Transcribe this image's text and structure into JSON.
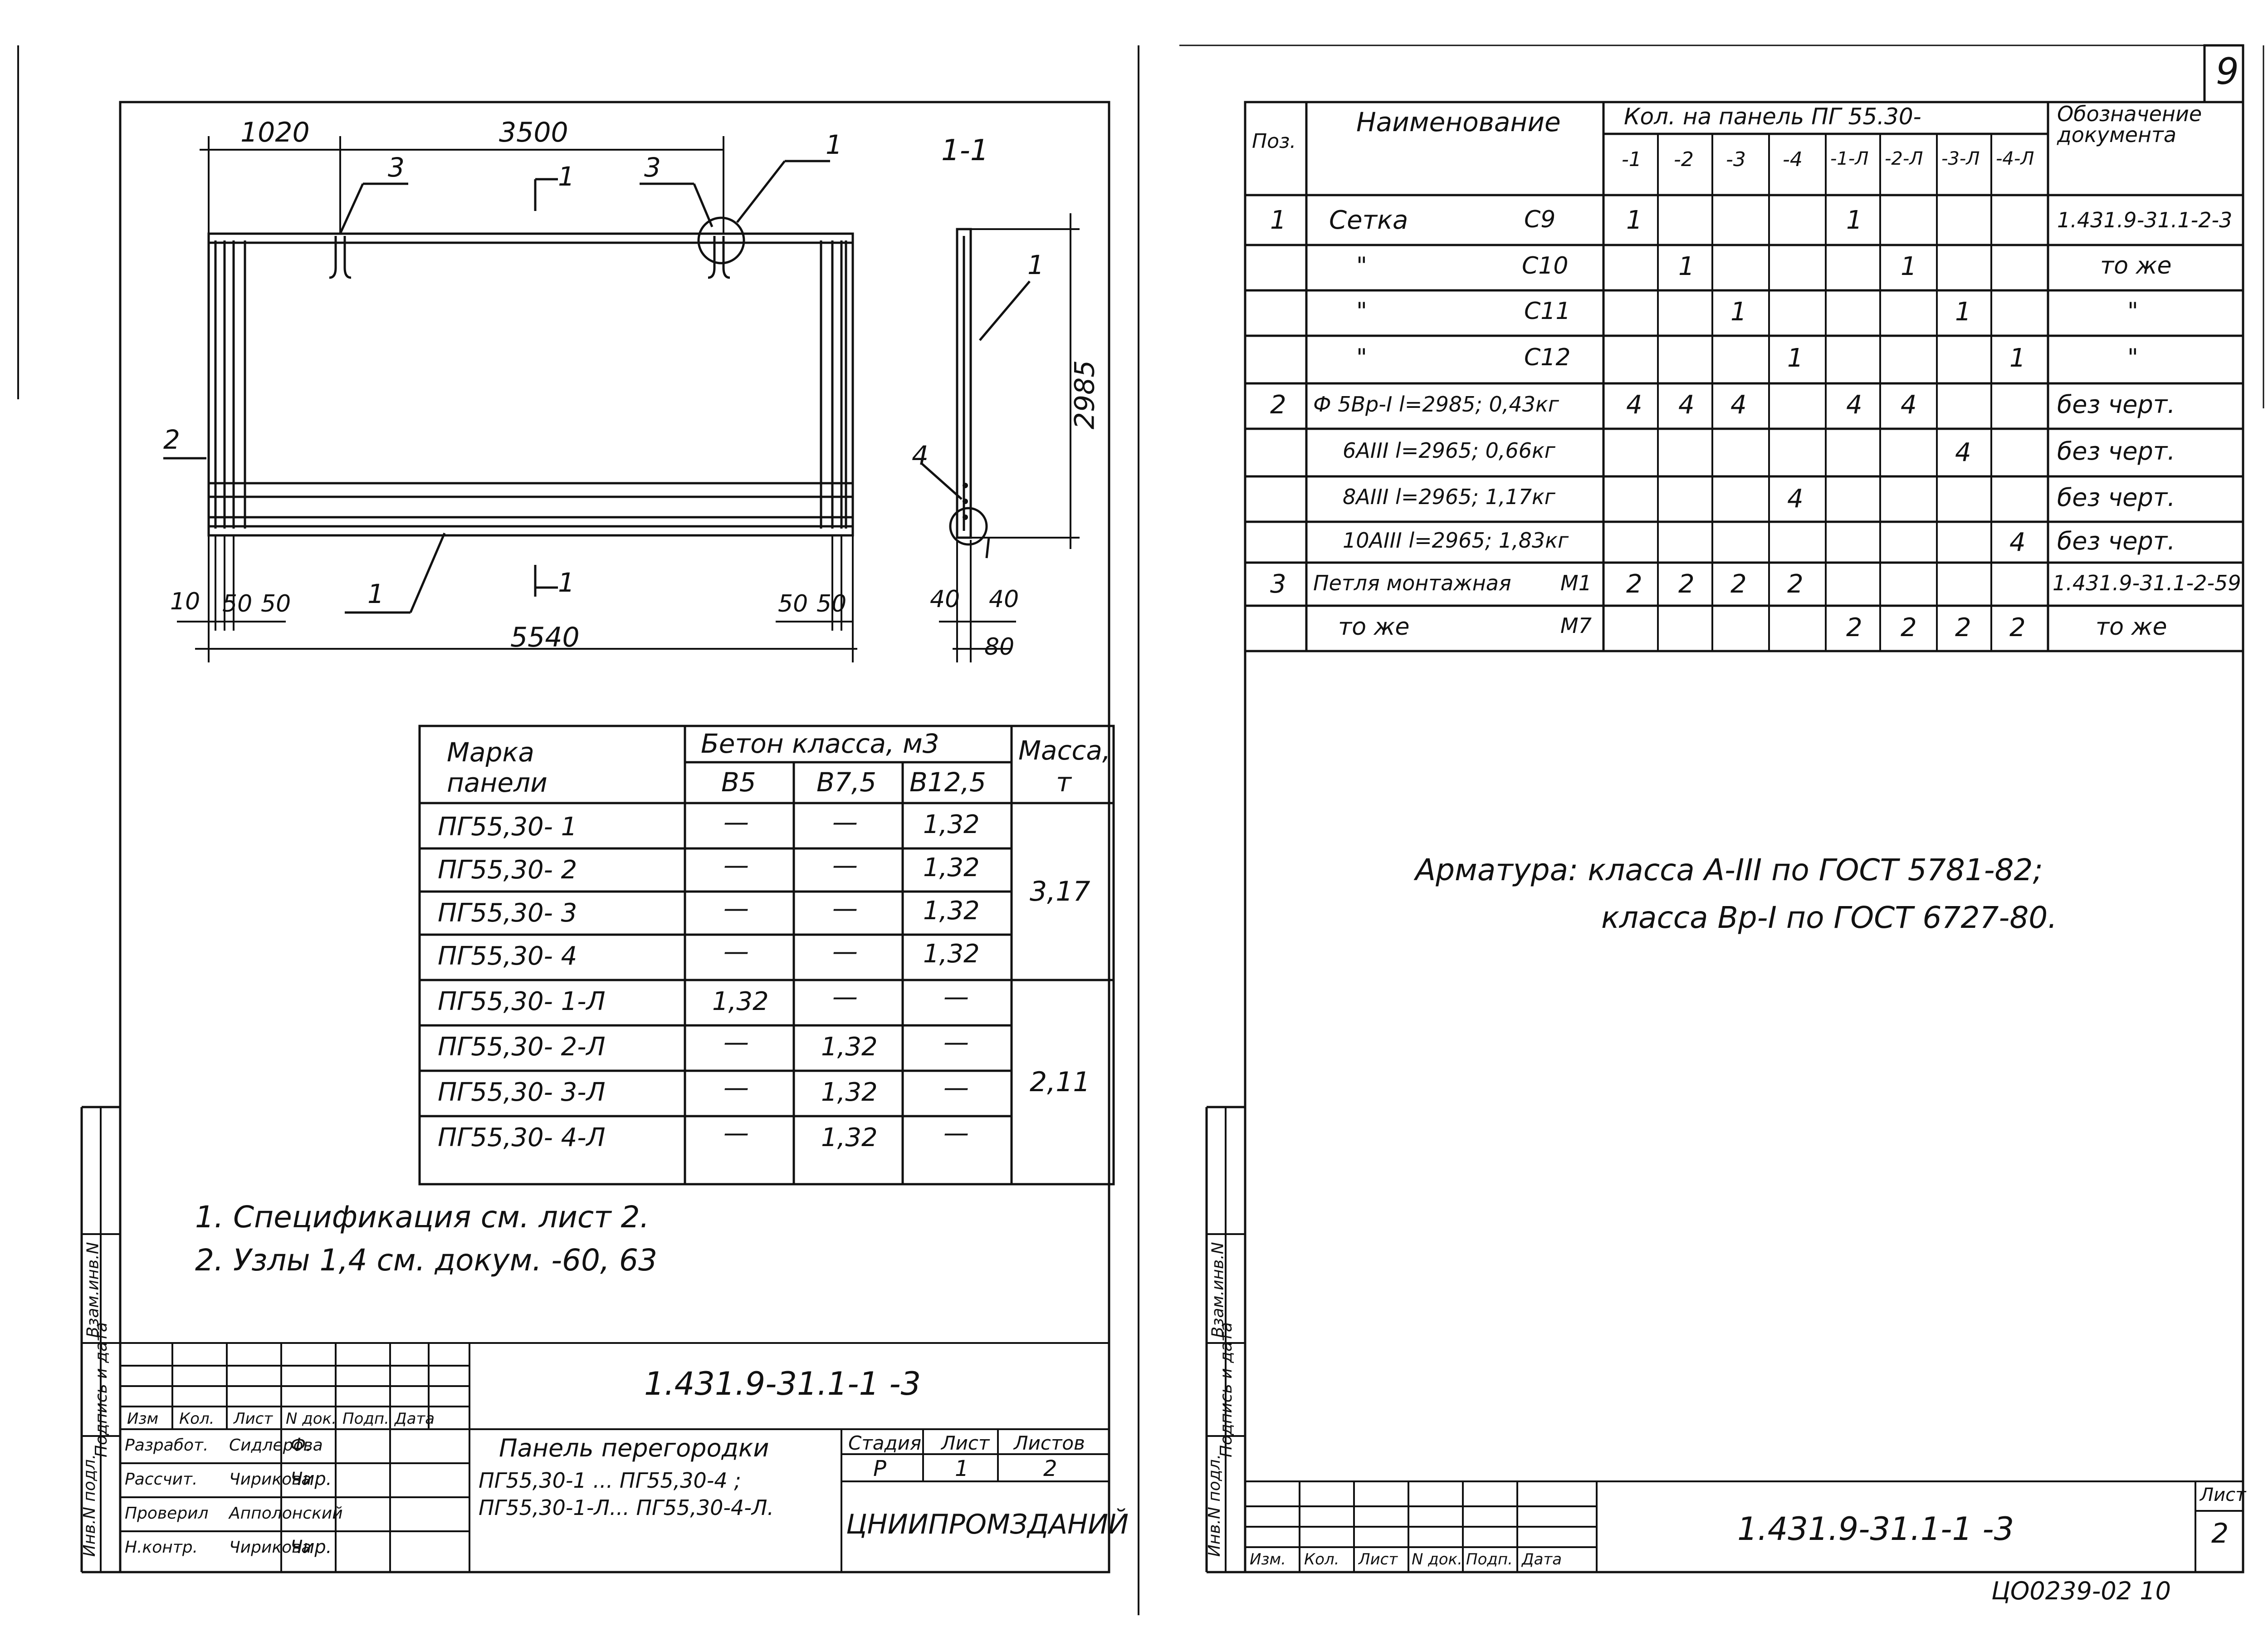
{
  "sheet_corner_number": "9",
  "left": {
    "dims": {
      "d1020": "1020",
      "d3500": "3500",
      "d5540": "5540",
      "d2985": "2985",
      "d10": "10",
      "d50a": "50",
      "d50b": "50",
      "d50c": "50",
      "d50d": "50",
      "d40a": "40",
      "d40b": "40",
      "d80": "80"
    },
    "callouts": {
      "c3a": "3",
      "c3b": "3",
      "c1a": "1",
      "c1b": "1",
      "c1c": "1",
      "c2": "2",
      "c4": "4",
      "c1d": "1"
    },
    "section_mark": "1",
    "section_title": "1-1",
    "table": {
      "h_mark": "Марка панели",
      "h_concrete": "Бетон класса, м3",
      "h_mass": "Масса, т",
      "cls": [
        "B5",
        "B7,5",
        "B12,5"
      ],
      "rows": [
        {
          "mark": "ПГ55,30- 1",
          "b5": "—",
          "b75": "—",
          "b125": "1,32"
        },
        {
          "mark": "ПГ55,30- 2",
          "b5": "—",
          "b75": "—",
          "b125": "1,32"
        },
        {
          "mark": "ПГ55,30- 3",
          "b5": "—",
          "b75": "—",
          "b125": "1,32"
        },
        {
          "mark": "ПГ55,30- 4",
          "b5": "—",
          "b75": "—",
          "b125": "1,32"
        },
        {
          "mark": "ПГ55,30- 1-Л",
          "b5": "1,32",
          "b75": "—",
          "b125": "—"
        },
        {
          "mark": "ПГ55,30- 2-Л",
          "b5": "—",
          "b75": "1,32",
          "b125": "—"
        },
        {
          "mark": "ПГ55,30- 3-Л",
          "b5": "—",
          "b75": "1,32",
          "b125": "—"
        },
        {
          "mark": "ПГ55,30- 4-Л",
          "b5": "—",
          "b75": "1,32",
          "b125": "—"
        }
      ],
      "mass1": "3,17",
      "mass2": "2,11"
    },
    "notes": [
      "1. Спецификация см. лист 2.",
      "2. Узлы 1,4 см. докум. -60,  63"
    ],
    "stamp": {
      "code": "1.431.9-31.1-1  -3",
      "cols": [
        "Изм",
        "Кол.",
        "Лист",
        "N док.",
        "Подп.",
        "Дата"
      ],
      "roles": [
        "Разработ.",
        "Рассчит.",
        "Проверил",
        "Н.контр."
      ],
      "names": [
        "Сидлерова",
        "Чирикова",
        "Апполонский",
        "Чирикова"
      ],
      "sigs": [
        "Ф.",
        "Чир.",
        "",
        "Чир."
      ],
      "title_l1": "Панель перегородки",
      "title_l2": "ПГ55,30-1 ... ПГ55,30-4 ;",
      "title_l3": "ПГ55,30-1-Л... ПГ55,30-4-Л.",
      "h_stage": "Стадия",
      "h_sheet": "Лист",
      "h_sheets": "Листов",
      "stage": "Р",
      "sheet": "1",
      "sheets": "2",
      "org": "ЦНИИПРОМЗДАНИЙ"
    },
    "side_stamp": [
      "Инв.N подл.",
      "Подпись и дата",
      "Взам.инв.N"
    ]
  },
  "right": {
    "table": {
      "h_pos": "Поз.",
      "h_name": "Наименование",
      "h_qty": "Кол. на панель ПГ 55.30-",
      "h_doc": "Обозначение документа",
      "sub": [
        "-1",
        "-2",
        "-3",
        "-4",
        "-1-Л",
        "-2-Л",
        "-3-Л",
        "-4-Л"
      ],
      "rows": [
        {
          "pos": "1",
          "name": "Сетка",
          "mk": "С9",
          "q": [
            "1",
            "",
            "",
            "",
            "1",
            "",
            "",
            ""
          ],
          "doc": "1.431.9-31.1-2-3"
        },
        {
          "pos": "",
          "name": "\"",
          "mk": "С10",
          "q": [
            "",
            "1",
            "",
            "",
            "",
            "1",
            "",
            ""
          ],
          "doc": "то же"
        },
        {
          "pos": "",
          "name": "\"",
          "mk": "С11",
          "q": [
            "",
            "",
            "1",
            "",
            "",
            "",
            "1",
            ""
          ],
          "doc": "\""
        },
        {
          "pos": "",
          "name": "\"",
          "mk": "С12",
          "q": [
            "",
            "",
            "",
            "1",
            "",
            "",
            "",
            "1"
          ],
          "doc": "\""
        },
        {
          "pos": "2",
          "name": "Ф 5Вр-I l=2985; 0,43кг",
          "mk": "",
          "q": [
            "4",
            "4",
            "4",
            "",
            "4",
            "4",
            "",
            ""
          ],
          "doc": "без черт."
        },
        {
          "pos": "",
          "name": "6АIII l=2965; 0,66кг",
          "mk": "",
          "q": [
            "",
            "",
            "",
            "",
            "",
            "",
            "4",
            ""
          ],
          "doc": "без черт."
        },
        {
          "pos": "",
          "name": "8АIII l=2965; 1,17кг",
          "mk": "",
          "q": [
            "",
            "",
            "",
            "4",
            "",
            "",
            "",
            ""
          ],
          "doc": "без черт."
        },
        {
          "pos": "",
          "name": "10АIII l=2965; 1,83кг",
          "mk": "",
          "q": [
            "",
            "",
            "",
            "",
            "",
            "",
            "",
            "4"
          ],
          "doc": "без черт."
        },
        {
          "pos": "3",
          "name": "Петля монтажная",
          "mk": "М1",
          "q": [
            "2",
            "2",
            "2",
            "2",
            "",
            "",
            "",
            ""
          ],
          "doc": "1.431.9-31.1-2-59"
        },
        {
          "pos": "",
          "name": "то же",
          "mk": "М7",
          "q": [
            "",
            "",
            "",
            "",
            "2",
            "2",
            "2",
            "2"
          ],
          "doc": "то же"
        }
      ]
    },
    "note_l1": "Арматура: класса А-III по ГОСТ 5781-82;",
    "note_l2": "класса Вр-I по ГОСТ 6727-80.",
    "stamp": {
      "cols": [
        "Изм.",
        "Кол.",
        "Лист",
        "N док.",
        "Подп.",
        "Дата"
      ],
      "code": "1.431.9-31.1-1  -3",
      "h_sheet": "Лист",
      "sheet": "2"
    },
    "side_stamp": [
      "Инв.N подл.",
      "Подпись и дата",
      "Взам.инв.N"
    ]
  },
  "footer_code": "ЦО0239-02   10"
}
